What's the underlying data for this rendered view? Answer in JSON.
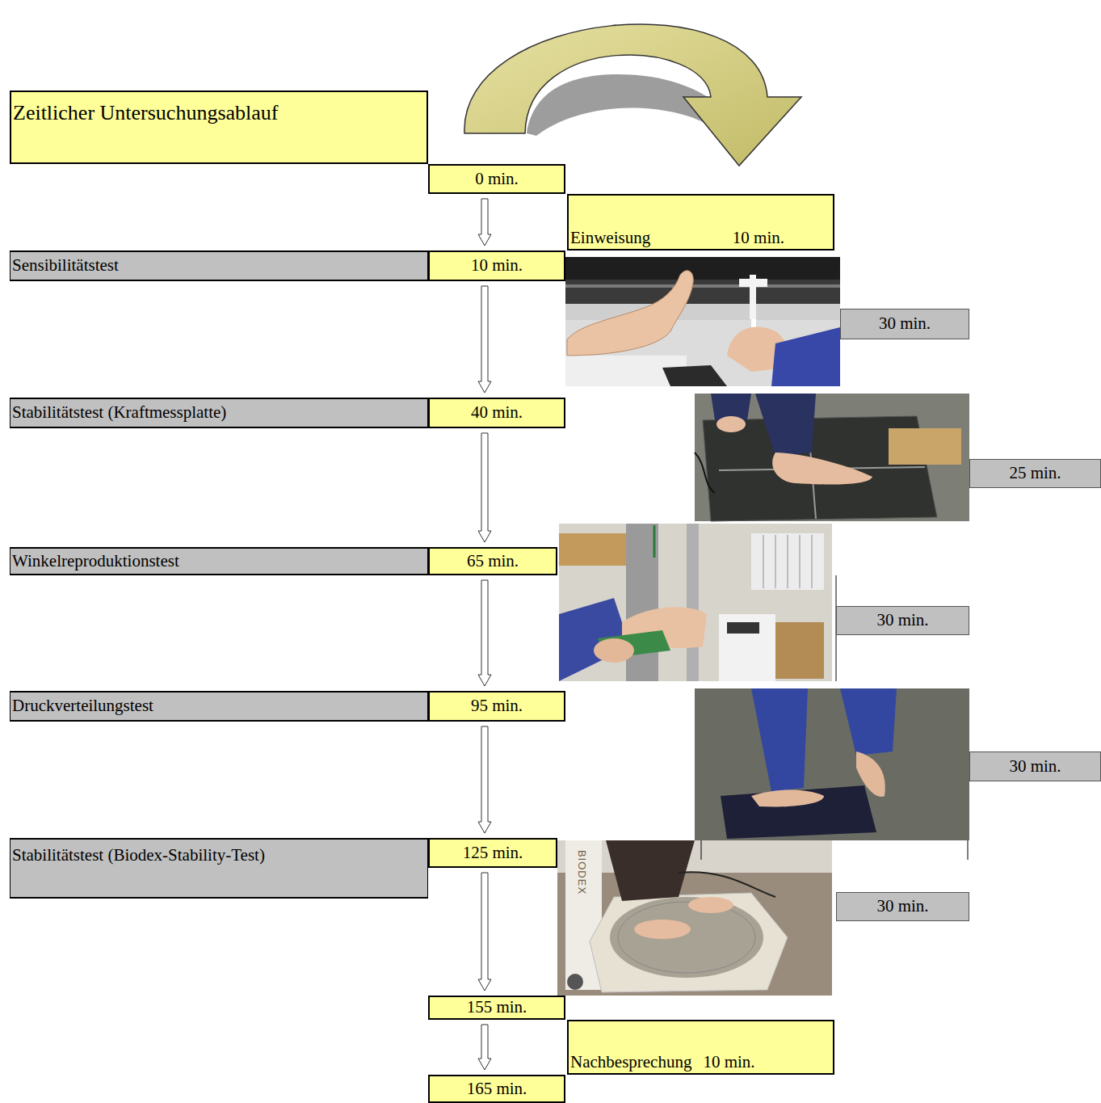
{
  "diagram": {
    "nodes": [
      {
        "text": [
          "Zeitlicher Untersuchungsablauf"
        ]
      },
      {
        "text": [
          "0 min."
        ]
      },
      {
        "text": [
          "Einweisung",
          "10 min."
        ]
      },
      {
        "text": [
          "Sensibilitätstest"
        ]
      },
      {
        "text": [
          "10 min."
        ]
      },
      {
        "text": [
          "30 min."
        ]
      },
      {
        "text": [
          "Stabilitätstest (Kraftmessplatte)"
        ]
      },
      {
        "text": [
          "40 min."
        ]
      },
      {
        "text": [
          "25 min."
        ]
      },
      {
        "text": [
          "Winkelreproduktionstest"
        ]
      },
      {
        "text": [
          "65 min."
        ]
      },
      {
        "text": [
          "30 min."
        ]
      },
      {
        "text": [
          "Druckverteilungstest"
        ]
      },
      {
        "text": [
          "95 min."
        ]
      },
      {
        "text": [
          "30 min."
        ]
      },
      {
        "text": [
          "Stabilitätstest (Biodex-Stability-Test)"
        ]
      },
      {
        "text": [
          "125 min."
        ]
      },
      {
        "text": [
          "30 min."
        ]
      },
      {
        "text": [
          "155 min."
        ]
      },
      {
        "text": [
          "Nachbesprechung",
          "10 min."
        ]
      },
      {
        "text": [
          "165 min."
        ]
      }
    ],
    "edges": [
      {
        "from": 1,
        "to": 4,
        "arrow": "to"
      },
      {
        "from": 4,
        "to": 7,
        "arrow": "to"
      },
      {
        "from": 7,
        "to": 10,
        "arrow": "to"
      },
      {
        "from": 10,
        "to": 13,
        "arrow": "to"
      },
      {
        "from": 13,
        "to": 16,
        "arrow": "to"
      },
      {
        "from": 16,
        "to": 18,
        "arrow": "to"
      },
      {
        "from": 18,
        "to": 20,
        "arrow": "to"
      }
    ],
    "labels": [
      "BIODEX"
    ]
  }
}
